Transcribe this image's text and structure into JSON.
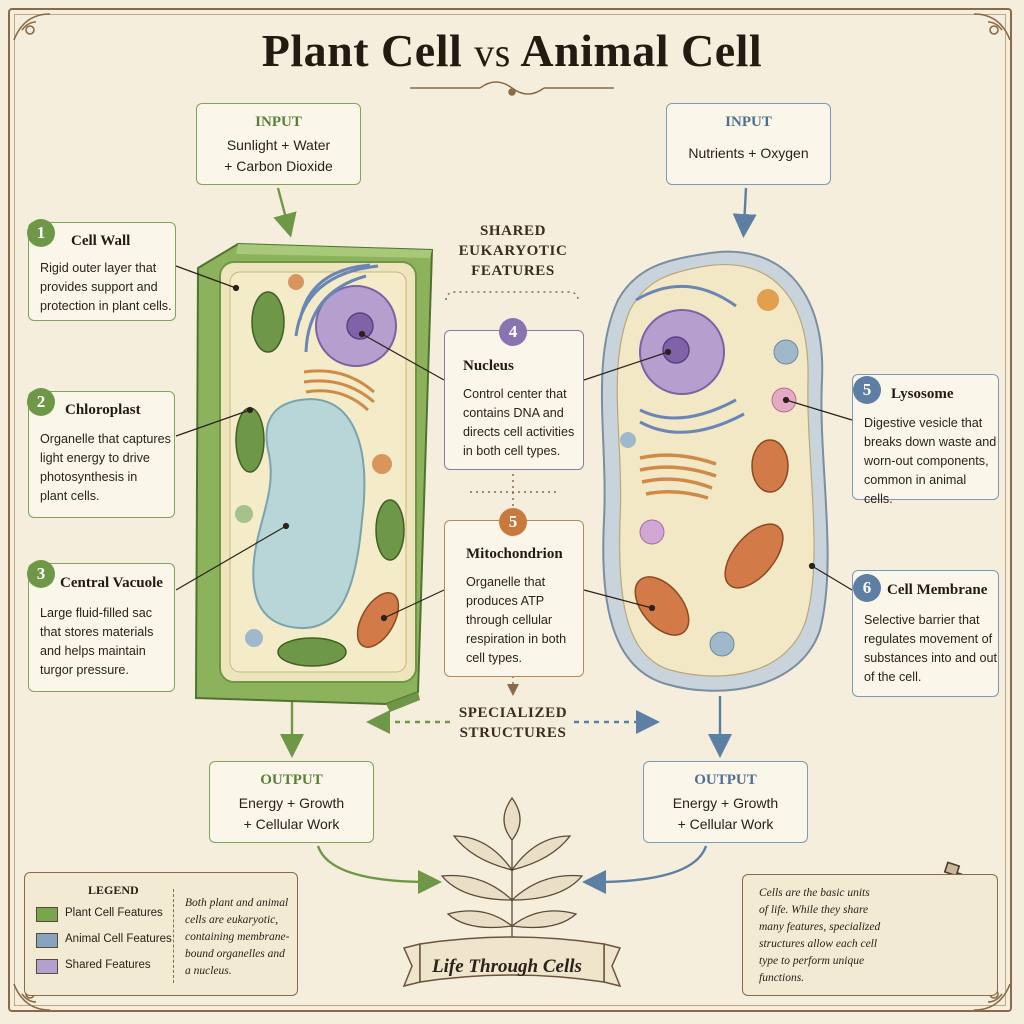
{
  "title": {
    "main_a": "Plant Cell",
    "vs": "vs",
    "main_b": "Animal Cell"
  },
  "plant": {
    "input": {
      "heading": "INPUT",
      "line1": "Sunlight + Water",
      "line2": "+ Carbon Dioxide"
    },
    "output": {
      "heading": "OUTPUT",
      "line1": "Energy + Growth",
      "line2": "+ Cellular Work"
    }
  },
  "animal": {
    "input": {
      "heading": "INPUT",
      "line1": "Nutrients + Oxygen"
    },
    "output": {
      "heading": "OUTPUT",
      "line1": "Energy + Growth",
      "line2": "+ Cellular Work"
    }
  },
  "labels": {
    "cell_wall": {
      "num": "1",
      "title": "Cell Wall",
      "lines": [
        "Rigid outer layer that",
        "provides support and",
        "protection in plant cells."
      ]
    },
    "chloroplast": {
      "num": "2",
      "title": "Chloroplast",
      "lines": [
        "Organelle that captures",
        "light energy to drive",
        "photosynthesis in",
        "plant cells."
      ]
    },
    "vacuole": {
      "num": "3",
      "title": "Central Vacuole",
      "lines": [
        "Large fluid-filled sac",
        "that stores materials",
        "and helps maintain",
        "turgor pressure."
      ]
    },
    "nucleus": {
      "num": "4",
      "title": "Nucleus",
      "lines": [
        "Control center that",
        "contains DNA and",
        "directs cell activities",
        "in both cell types."
      ]
    },
    "mitochondrion": {
      "num": "5",
      "title": "Mitochondrion",
      "lines": [
        "Organelle that",
        "produces ATP",
        "through cellular",
        "respiration in both",
        "cell types."
      ]
    },
    "lysosome": {
      "num": "5",
      "title": "Lysosome",
      "lines": [
        "Digestive vesicle that",
        "breaks down waste and",
        "worn-out components,",
        "common in animal cells."
      ]
    },
    "membrane": {
      "num": "6",
      "title": "Cell Membrane",
      "lines": [
        "Selective barrier that",
        "regulates movement of",
        "substances into and out",
        "of the cell."
      ]
    }
  },
  "center": {
    "shared": [
      "SHARED",
      "EUKARYOTIC",
      "FEATURES"
    ],
    "specialized": [
      "SPECIALIZED",
      "STRUCTURES"
    ]
  },
  "legend": {
    "title": "LEGEND",
    "items": [
      {
        "label": "Plant Cell Features",
        "color": "#79a64c"
      },
      {
        "label": "Animal Cell Features",
        "color": "#86a3c0"
      },
      {
        "label": "Shared Features",
        "color": "#b59fcf"
      }
    ],
    "note": [
      "Both plant and animal",
      "cells are eukaryotic,",
      "containing membrane-",
      "bound organelles and",
      "a nucleus."
    ]
  },
  "footer_note": [
    "Cells are the basic units",
    "of life. While they share",
    "many features, specialized",
    "structures allow each cell",
    "type to perform unique",
    "functions."
  ],
  "banner": "Life Through Cells",
  "colors": {
    "plant": "#6e9848",
    "animal": "#5d7fa3",
    "shared": "#8a74b0",
    "mito": "#c8793e"
  }
}
